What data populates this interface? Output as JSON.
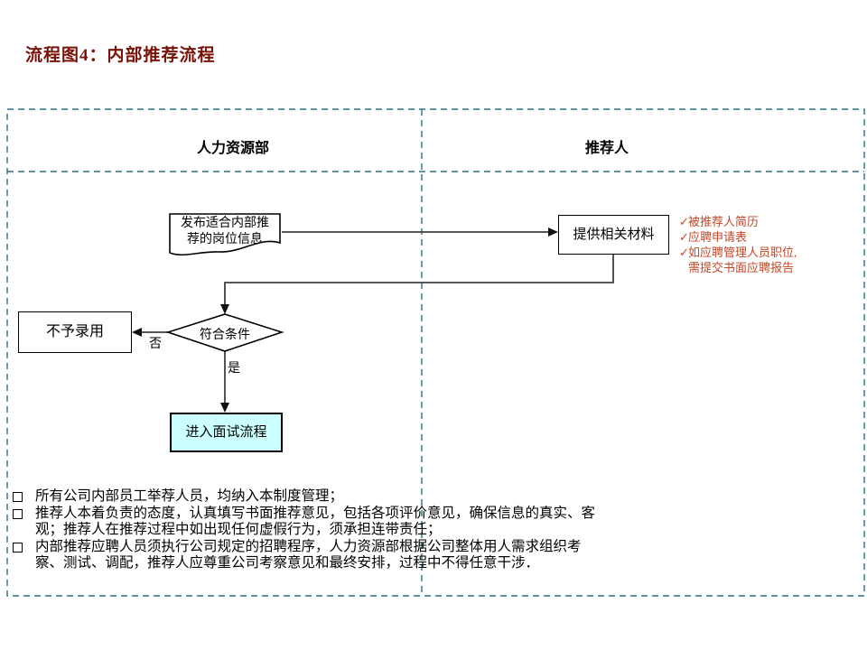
{
  "title": "流程图4：内部推荐流程",
  "lanes": {
    "left": "人力资源部",
    "right": "推荐人"
  },
  "flow": {
    "publish_line1": "发布适合内部推",
    "publish_line2": "荐的岗位信息",
    "materials": "提供相关材料",
    "decision": "符合条件",
    "reject": "不予录用",
    "no_label": "否",
    "yes_label": "是",
    "interview": "进入面试流程"
  },
  "notes": {
    "items": [
      {
        "mark": "✓",
        "text": "被推荐人简历"
      },
      {
        "mark": "✓",
        "text": "应聘申请表"
      },
      {
        "mark": "✓",
        "text": "如应聘管理人员职位,"
      },
      {
        "mark": "",
        "text": "需提交书面应聘报告"
      }
    ]
  },
  "footnotes": [
    "所有公司内部员工举荐人员，均纳入本制度管理；",
    "推荐人本着负责的态度，认真填写书面推荐意见，包括各项评价意见，确保信息的真实、客观；推荐人在推荐过程中如出现任何虚假行为，须承担连带责任；",
    "内部推荐应聘人员须执行公司规定的招聘程序，人力资源部根据公司整体用人需求组织考察、测试、调配，推荐人应尊重公司考察意见和最终安排，过程中不得任意干涉．"
  ],
  "colors": {
    "title_text": "#7A1208",
    "note_red": "#C2482A",
    "lane_dash_teal": "#2E6F7F",
    "interview_fill": "#CCFFFF",
    "connector_gray": "#404040",
    "shape_border": "#000000"
  }
}
